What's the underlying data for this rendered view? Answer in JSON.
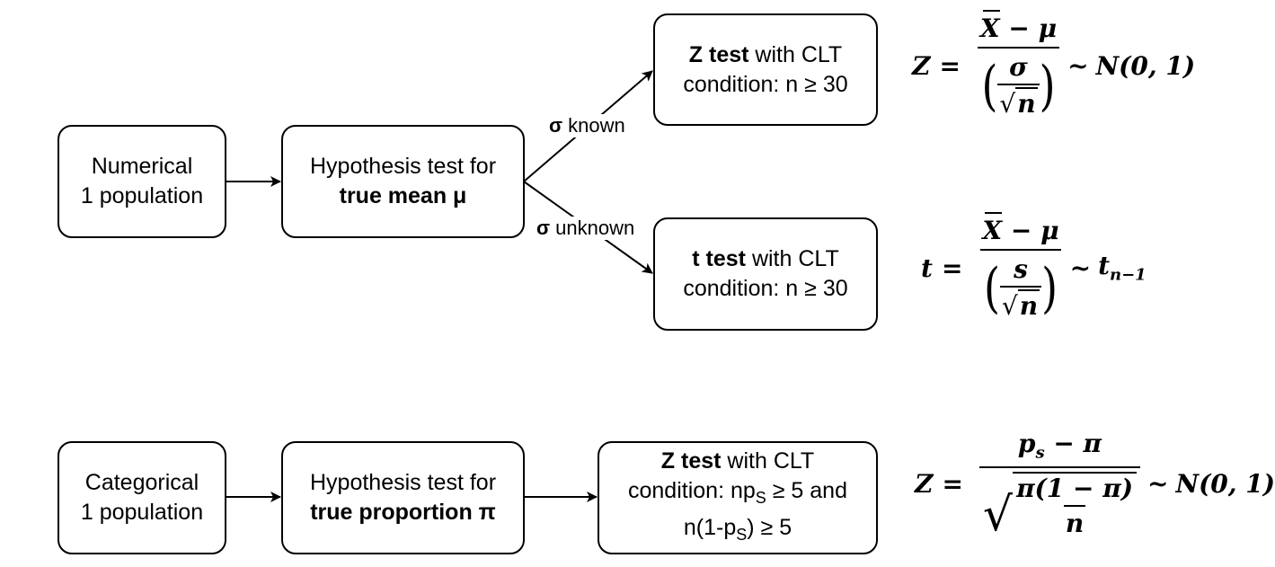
{
  "row1": {
    "start": {
      "line1": "Numerical",
      "line2": "1 population"
    },
    "test": {
      "line1": "Hypothesis test for",
      "line2_bold": "true mean μ"
    },
    "branch_known": {
      "symbol": "σ",
      "text": " known"
    },
    "branch_unknown": {
      "symbol": "σ",
      "text": " unknown"
    },
    "z_box": {
      "bold": "Z test",
      "rest": " with CLT",
      "line2": "condition: n ≥ 30"
    },
    "t_box": {
      "bold": "t test",
      "rest": " with CLT",
      "line2": "condition: n ≥ 30"
    },
    "z_formula": {
      "lhs": "Z",
      "eq": "=",
      "mean": "X",
      "minus": "− μ",
      "sigma": "σ",
      "n": "n",
      "tilde": "~",
      "dist": "N(0, 1)"
    },
    "t_formula": {
      "lhs": "t",
      "eq": "=",
      "mean": "X",
      "minus": "− μ",
      "s": "s",
      "n": "n",
      "tilde": "~",
      "dist": "t",
      "sub": "n−1"
    }
  },
  "row2": {
    "start": {
      "line1": "Categorical",
      "line2": "1 population"
    },
    "test": {
      "line1": "Hypothesis test for",
      "line2_bold": "true proportion π"
    },
    "z_box": {
      "bold": "Z test",
      "rest": " with CLT",
      "line2a": "condition: np",
      "line2sub": "S",
      "line2b": " ≥ 5 and",
      "line3a": "n(1-p",
      "line3sub": "S",
      "line3b": ") ≥ 5"
    },
    "formula": {
      "lhs": "Z",
      "eq": "=",
      "p": "p",
      "psub": "s",
      "minus": "− π",
      "rad_num": "π(1 − π)",
      "rad_den": "n",
      "tilde": "~",
      "dist": "N(0, 1)"
    }
  }
}
